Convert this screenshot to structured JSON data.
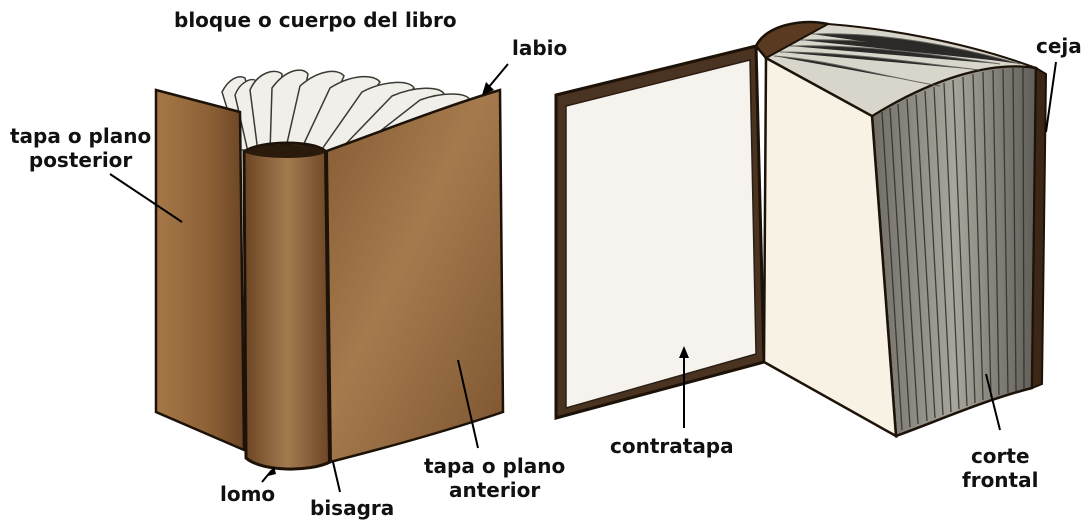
{
  "labels": {
    "bloque": "bloque o cuerpo del libro",
    "labio": "labio",
    "tapa_posterior_1": "tapa o plano",
    "tapa_posterior_2": "posterior",
    "lomo": "lomo",
    "bisagra": "bisagra",
    "tapa_anterior_1": "tapa o plano",
    "tapa_anterior_2": "anterior",
    "contratapa": "contratapa",
    "ceja": "ceja",
    "corte_frontal_1": "corte",
    "corte_frontal_2": "frontal"
  },
  "colors": {
    "cover": "#8c6239",
    "cover_light": "#a87b4f",
    "cover_dark": "#5e3d20",
    "page": "#f7f2e4",
    "page_edge": "#8a8a80",
    "outline": "#1c1208"
  }
}
